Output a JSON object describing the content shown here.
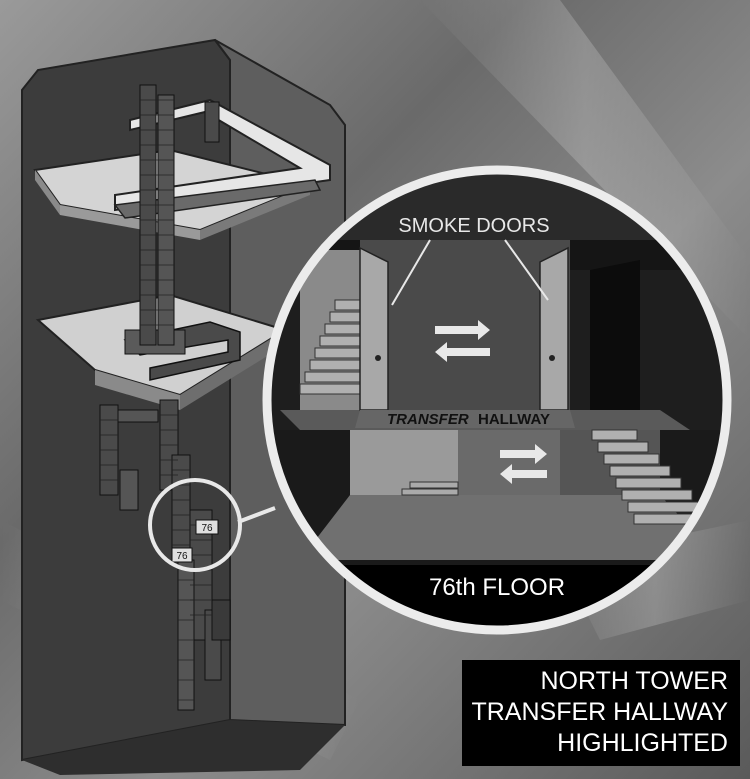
{
  "callouts": {
    "smoke_doors": "SMOKE DOORS",
    "transfer_word1": "TRANSFER",
    "transfer_word2": "HALLWAY",
    "floor_label": "76th FLOOR",
    "floor_tag_1": "76",
    "floor_tag_2": "76"
  },
  "caption": {
    "line1": "NORTH TOWER",
    "line2": "TRANSFER HALLWAY",
    "line3": "HIGHLIGHTED"
  },
  "colors": {
    "background": "#7a7a7a",
    "tower_front": "#3c3c3c",
    "tower_side": "#5e5e5e",
    "shaft": "#4a4a4a",
    "highlight_ring": "#e8e8e8",
    "label_bg": "#000000",
    "label_text": "#ffffff"
  }
}
